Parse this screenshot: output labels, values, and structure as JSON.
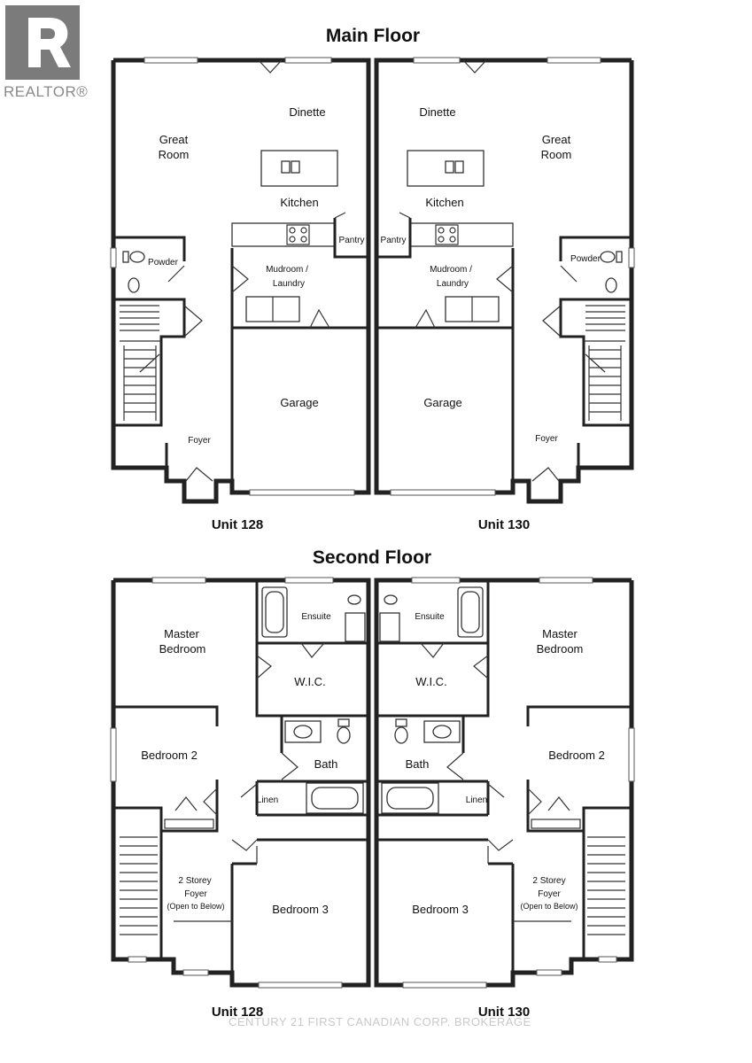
{
  "logo": {
    "text": "REALTOR®"
  },
  "watermark": "CENTURY 21 FIRST CANADIAN CORP. BROKERAGE",
  "main_floor": {
    "title": "Main Floor",
    "unit_left": "Unit 128",
    "unit_right": "Unit 130",
    "rooms": {
      "great_room_1": "Great",
      "great_room_2": "Room",
      "dinette": "Dinette",
      "kitchen": "Kitchen",
      "pantry": "Pantry",
      "powder": "Powder",
      "mudroom_1": "Mudroom /",
      "mudroom_2": "Laundry",
      "garage": "Garage",
      "foyer": "Foyer"
    }
  },
  "second_floor": {
    "title": "Second Floor",
    "unit_left": "Unit 128",
    "unit_right": "Unit 130",
    "rooms": {
      "master_1": "Master",
      "master_2": "Bedroom",
      "ensuite": "Ensuite",
      "wic": "W.I.C.",
      "bedroom2": "Bedroom 2",
      "bath": "Bath",
      "linen": "Linen",
      "bedroom3": "Bedroom 3",
      "foyer_1": "2 Storey",
      "foyer_2": "Foyer",
      "foyer_3": "(Open to Below)"
    }
  }
}
